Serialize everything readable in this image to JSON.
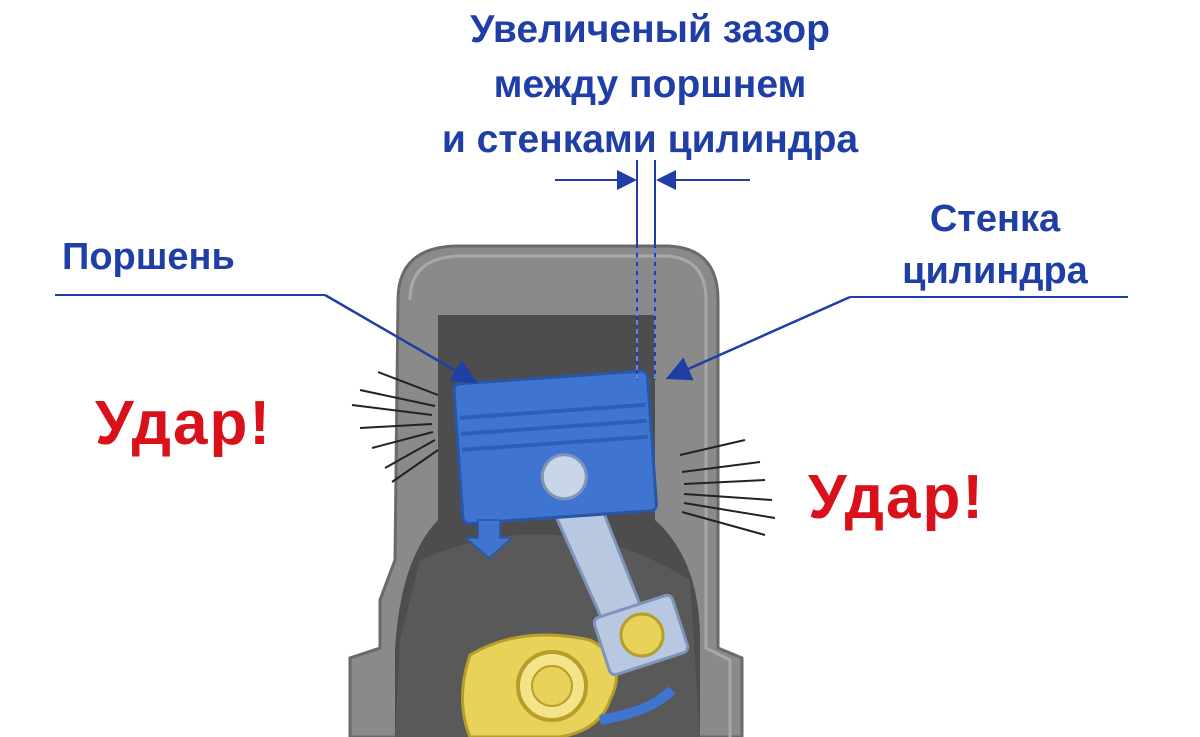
{
  "gap_label": {
    "lines": [
      "Увеличеный зазор",
      "между поршнем",
      "и стенками цилиндра"
    ]
  },
  "piston_label": "Поршень",
  "cylinder_wall_label": {
    "lines": [
      "Стенка",
      "цилиндра"
    ]
  },
  "impact_labels": [
    "Удар!",
    "Удар!"
  ],
  "colors": {
    "label_blue": "#1f3fa6",
    "impact_red": "#d8111b",
    "piston": "#3f74d1",
    "cylinder_wall": "#8a8a8a",
    "crankcase": "#4d4d4d",
    "crankshaft": "#e8d25a",
    "connecting_rod": "#b8c8e0"
  },
  "icons": [
    "downward-arrow-icon",
    "dimension-arrow-icon"
  ]
}
